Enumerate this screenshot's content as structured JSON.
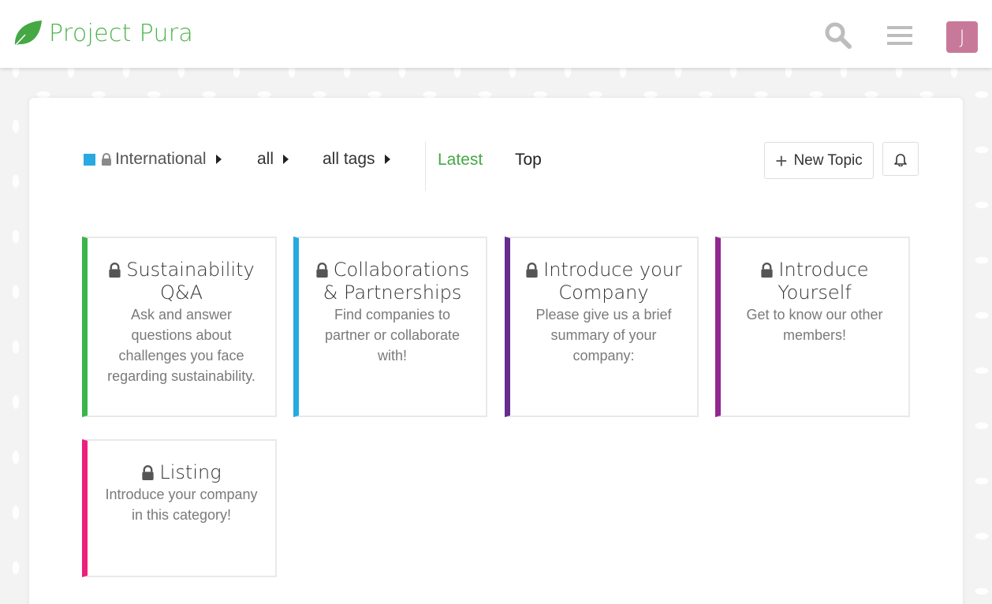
{
  "header": {
    "brand": "Project Pura",
    "brand_color": "#4db34d",
    "avatar_initial": "J",
    "avatar_color": "#c8799a",
    "icons": [
      "leaf-icon",
      "search-icon",
      "hamburger-menu-icon"
    ]
  },
  "nav": {
    "category": "International",
    "category_color": "#29a9e1",
    "subcategory": "all",
    "tags": "all tags",
    "tabs": [
      {
        "label": "Latest",
        "active": true
      },
      {
        "label": "Top",
        "active": false
      }
    ],
    "new_topic_label": "New Topic"
  },
  "categories": [
    {
      "title": "Sustainability Q&A",
      "description": "Ask and answer questions about challenges you face regarding sustainability.",
      "color": "#3ab54a"
    },
    {
      "title": "Collaborations & Partnerships",
      "description": "Find companies to partner or collaborate with!",
      "color": "#25aae1"
    },
    {
      "title": "Introduce your Company",
      "description": "Please give us a brief summary of your company:",
      "color": "#652d90"
    },
    {
      "title": "Introduce Yourself",
      "description": "Get to know our other members!",
      "color": "#92278f"
    },
    {
      "title": "Listing",
      "description": "Introduce your company in this category!",
      "color": "#ed207b"
    }
  ]
}
